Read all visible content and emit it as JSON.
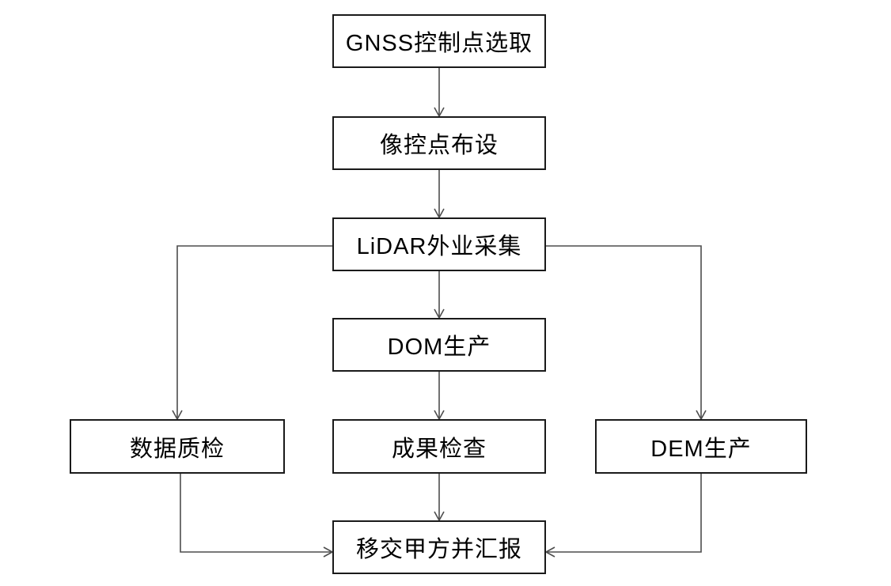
{
  "diagram": {
    "type": "flowchart",
    "background_color": "#ffffff",
    "box_fill_color": "#ffffff",
    "box_border_color": "#1a1a1a",
    "connector_color": "#4d4d4d",
    "text_color": "#000000",
    "nodes": [
      {
        "id": "gnss-control-point-selection",
        "label": "GNSS控制点选取"
      },
      {
        "id": "image-control-point-layout",
        "label": "像控点布设"
      },
      {
        "id": "lidar-field-collection",
        "label": "LiDAR外业采集"
      },
      {
        "id": "dom-production",
        "label": "DOM生产"
      },
      {
        "id": "data-quality-check",
        "label": "数据质检"
      },
      {
        "id": "result-inspection",
        "label": "成果检查"
      },
      {
        "id": "dem-production",
        "label": "DEM生产"
      },
      {
        "id": "handover-to-client-and-report",
        "label": "移交甲方并汇报"
      }
    ],
    "edges": [
      {
        "from": "GNSS控制点选取",
        "to": "像控点布设"
      },
      {
        "from": "像控点布设",
        "to": "LiDAR外业采集"
      },
      {
        "from": "LiDAR外业采集",
        "to": "DOM生产"
      },
      {
        "from": "LiDAR外业采集",
        "to": "数据质检"
      },
      {
        "from": "LiDAR外业采集",
        "to": "DEM生产"
      },
      {
        "from": "DOM生产",
        "to": "成果检查"
      },
      {
        "from": "成果检查",
        "to": "移交甲方并汇报"
      },
      {
        "from": "数据质检",
        "to": "移交甲方并汇报"
      },
      {
        "from": "DEM生产",
        "to": "移交甲方并汇报"
      }
    ]
  }
}
